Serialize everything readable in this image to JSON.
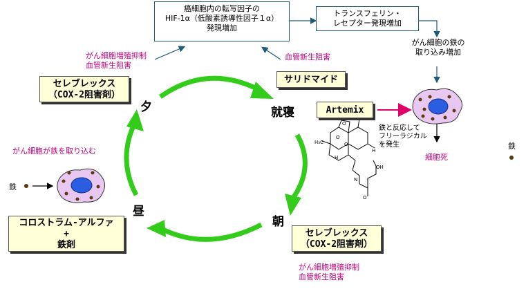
{
  "top_box": {
    "line1": "癌細胞内の転写因子の",
    "line2": "HIF-1α（低酸素誘導性因子１α）",
    "line3": "発現増加"
  },
  "transferrin_box": {
    "line1": "トランスフェリン・",
    "line2": "レセプター発現増加"
  },
  "iron_uptake_label": {
    "line1": "がん細胞の鉄の",
    "line2": "取り込み増加"
  },
  "upper_left_inhibit": {
    "line1": "がん細胞増殖抑制",
    "line2": "血管新生阻害"
  },
  "upper_center_inhibit": "血管新生阻害",
  "celebrex_top": {
    "line1": "セレブレックス",
    "line2": "（COX-2阻害剤）"
  },
  "thalidomide": "サリドマイド",
  "artemix": "Artemix",
  "cycle": {
    "evening": "夕",
    "bedtime": "就寝",
    "morning": "朝",
    "noon": "昼"
  },
  "cell_takes_iron": "がん細胞が鉄を取り込む",
  "iron_left": "鉄",
  "iron_right": "鉄",
  "reaction_note": {
    "line1": "鉄と反応して",
    "line2": "フリーラジカル",
    "line3": "を発生"
  },
  "cell_death": "細胞死",
  "colostrum": {
    "line1": "コロストラム-アルファ",
    "line2": "+",
    "line3": "鉄剤"
  },
  "celebrex_bottom": {
    "line1": "セレブレックス",
    "line2": "（COX-2阻害剤）"
  },
  "lower_inhibit": {
    "line1": "がん細胞増殖抑制",
    "line2": "血管新生阻害"
  },
  "colors": {
    "cycle_green": "#33cc1a",
    "arrow_teal": "#1f5a7a",
    "artemix_arrow": "#e0006a",
    "label_magenta": "#c0007a",
    "box_yellow": "#ffffd8",
    "cell_fill": "#e8c8f0",
    "nucleus": "#2a5de0",
    "iron_dot": "#5a3a10"
  }
}
